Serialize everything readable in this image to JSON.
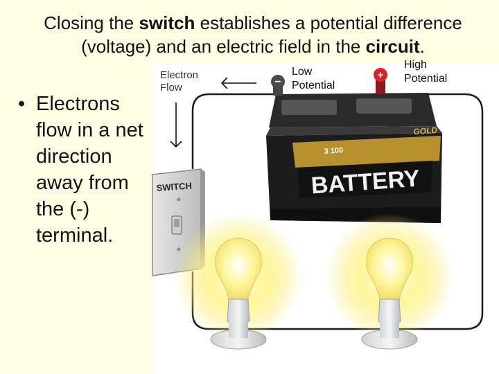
{
  "title": {
    "line1_pre": "Closing the ",
    "line1_bold": "switch",
    "line1_post": " establishes a potential difference",
    "line2_pre": "(voltage) and an electric field in the ",
    "line2_bold": "circuit",
    "line2_post": "."
  },
  "bullet": {
    "marker": "•",
    "text": "Electrons flow in a net direction away from the (-) terminal."
  },
  "diagram": {
    "electron_flow_label": [
      "Electron",
      "Flow"
    ],
    "low_potential_label": [
      "Low",
      "Potential"
    ],
    "high_potential_label": [
      "High",
      "Potential"
    ],
    "battery_brand": "BATTERY",
    "battery_badge": "GOLD",
    "battery_model": "3 100",
    "switch_label": "SWITCH",
    "minus_symbol": "−",
    "plus_symbol": "+",
    "colors": {
      "background": "#FFFFE5",
      "wire": "#1a1a1a",
      "battery_body": "#1c1c1c",
      "battery_band": "#b8902e",
      "terminal_red": "#d7262a",
      "bulb_glow": "#fff7a6"
    }
  }
}
